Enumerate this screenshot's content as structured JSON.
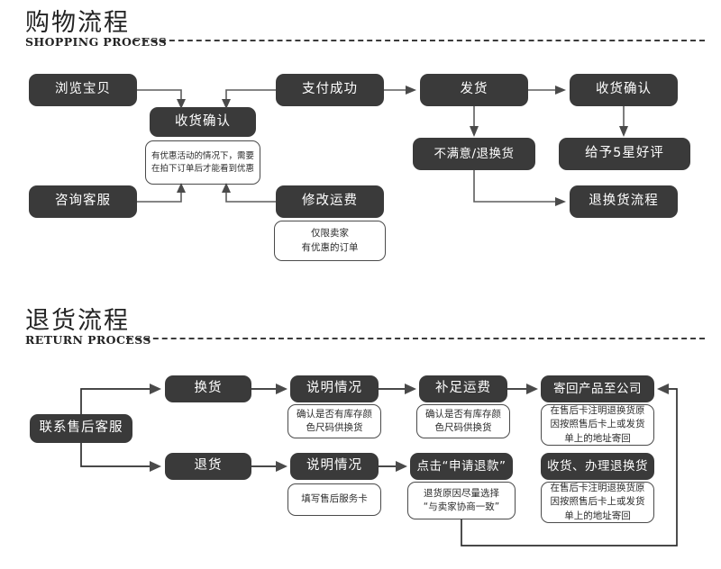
{
  "sections": [
    {
      "id": "shopping",
      "title_cn": "购物流程",
      "title_en": "SHOPPING PROCESS"
    },
    {
      "id": "return",
      "title_cn": "退货流程",
      "title_en": "RETURN PROCESS"
    }
  ],
  "shopping_process": {
    "nodes": {
      "browse": "浏览宝贝",
      "consult": "咨询客服",
      "confirm_order": "收货确认",
      "pay_success": "支付成功",
      "modify_freight": "修改运费",
      "ship": "发货",
      "receive_confirm": "收货确认",
      "dissatisfied": "不满意/退换货",
      "five_star": "给予5星好评",
      "return_flow": "退换货流程"
    },
    "notes": {
      "discount_note": "有优惠活动的情况下，需要在拍下订单后才能看到优惠",
      "freight_note_line1": "仅限卖家",
      "freight_note_line2": "有优惠的订单"
    }
  },
  "return_process": {
    "nodes": {
      "contact_service": "联系售后客服",
      "exchange": "换货",
      "refund": "退货",
      "explain_top": "说明情况",
      "explain_bottom": "说明情况",
      "pay_freight": "补足运费",
      "click_refund": "点击“申请退款”",
      "send_back": "寄回产品至公司",
      "process_return": "收货、办理退换货"
    },
    "notes": {
      "exchange_stock": "确认是否有库存颜色尺码供换货",
      "freight_stock": "确认是否有库存颜色尺码供换货",
      "service_card": "填写售后服务卡",
      "refund_reason_line1": "退货原因尽量选择",
      "refund_reason_line2": "“与卖家协商一致”",
      "send_back_note": "在售后卡注明退换货原因按照售后卡上或发货单上的地址寄回",
      "process_return_note": "在售后卡注明退换货原因按照售后卡上或发货单上的地址寄回"
    }
  },
  "colors": {
    "node_fill": "#3a3a3a",
    "node_text": "#ffffff",
    "note_border": "#4a4a4a",
    "connector": "#5d5d5d",
    "heading": "#232323",
    "background": "#ffffff"
  }
}
